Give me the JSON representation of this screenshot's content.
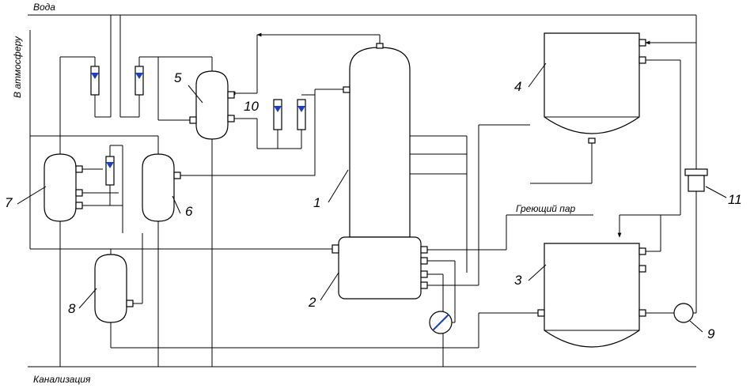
{
  "captions": {
    "water": "Вода",
    "atmosphere": "В атмосферу",
    "heating_steam": "Греющий пар",
    "sewer": "Канализация"
  },
  "labels": {
    "n1": "1",
    "n2": "2",
    "n3": "3",
    "n4": "4",
    "n5": "5",
    "n6": "6",
    "n7": "7",
    "n8": "8",
    "n9": "9",
    "n10": "10",
    "n11": "11"
  },
  "colors": {
    "rotameter_float": "#1a3fc4",
    "line": "#000000"
  }
}
